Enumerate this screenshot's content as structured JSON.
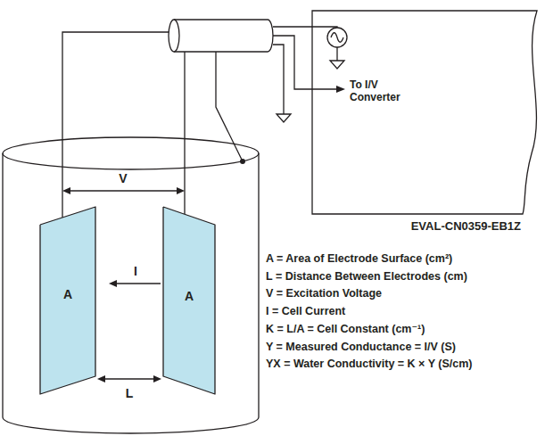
{
  "diagram": {
    "nodes": [
      {
        "text": [
          "A"
        ]
      },
      {
        "text": [
          "A"
        ]
      },
      {
        "text": [
          "EVAL-CN0359-EB1Z"
        ]
      }
    ],
    "labels": [
      "V",
      "I",
      "L",
      "To I/V Converter",
      "A = Area of Electrode Surface (cm²)",
      "L = Distance Between Electrodes (cm)",
      "V = Excitation Voltage",
      "I = Cell Current",
      "K = L/A = Cell Constant (cm⁻¹)",
      "Y = Measured Conductance = I/V (S)",
      "YX = Water Conductivity = K × Y (S/cm)"
    ]
  }
}
